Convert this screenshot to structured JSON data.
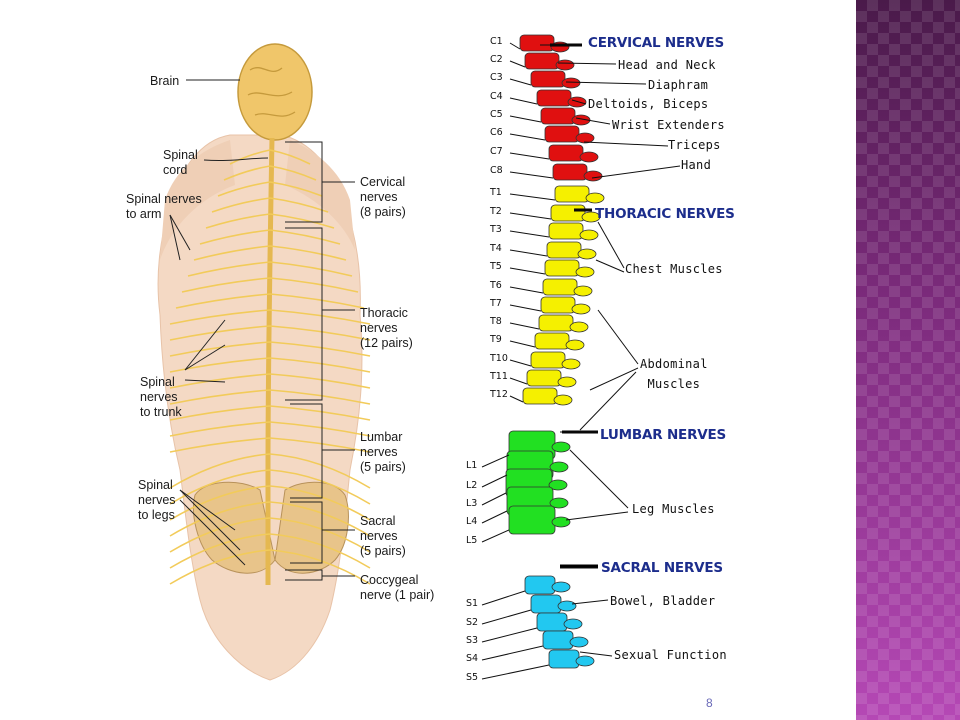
{
  "left_diagram": {
    "labels": {
      "brain": "Brain",
      "spinal_cord": "Spinal\ncord",
      "nerves_to_arm": "Spinal nerves\nto arm",
      "nerves_to_trunk": "Spinal\nnerves\nto trunk",
      "nerves_to_legs": "Spinal\nnerves\nto legs",
      "cervical": "Cervical\nnerves\n(8 pairs)",
      "thoracic": "Thoracic\nnerves\n(12 pairs)",
      "lumbar": "Lumbar\nnerves\n(5 pairs)",
      "sacral": "Sacral\nnerves\n(5 pairs)",
      "coccygeal": "Coccygeal\nnerve (1 pair)"
    }
  },
  "right_diagram": {
    "headers": {
      "cervical": "CERVICAL NERVES",
      "thoracic": "THORACIC NERVES",
      "lumbar": "LUMBAR NERVES",
      "sacral": "SACRAL NERVES"
    },
    "vertebrae": [
      "C1",
      "C2",
      "C3",
      "C4",
      "C5",
      "C6",
      "C7",
      "C8",
      "T1",
      "T2",
      "T3",
      "T4",
      "T5",
      "T6",
      "T7",
      "T8",
      "T9",
      "T10",
      "T11",
      "T12",
      "L1",
      "L2",
      "L3",
      "L4",
      "L5",
      "S1",
      "S2",
      "S3",
      "S4",
      "S5"
    ],
    "functions": {
      "head_neck": "Head and Neck",
      "diaphragm": "Diaphram",
      "deltoids": "Deltoids, Biceps",
      "wrist": "Wrist Extenders",
      "triceps": "Triceps",
      "hand": "Hand",
      "chest": "Chest Muscles",
      "abdominal": "Abdominal\nMuscles",
      "leg": "Leg Muscles",
      "bowel": "Bowel, Bladder",
      "sexual": "Sexual Function"
    },
    "colors": {
      "cervical": "#e01010",
      "thoracic": "#f5f000",
      "lumbar": "#22e022",
      "sacral": "#22c8f0",
      "header_text": "#1c2d8c"
    }
  },
  "footer": {
    "page_number": "8"
  }
}
